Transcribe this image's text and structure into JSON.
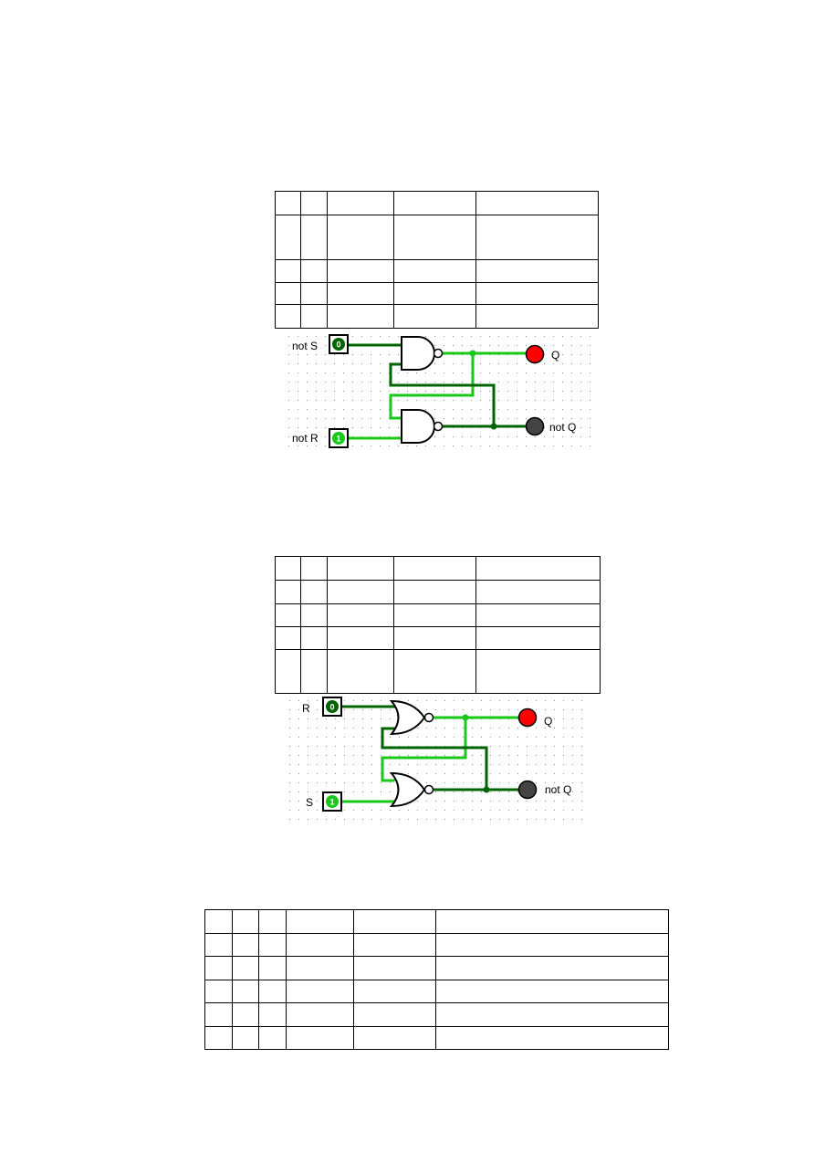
{
  "circuit_nand": {
    "input_top_label": "not S",
    "input_top_value": "0",
    "input_bottom_label": "not R",
    "input_bottom_value": "1",
    "output_top_label": "Q",
    "output_bottom_label": "not Q"
  },
  "circuit_nor": {
    "input_top_label": "R",
    "input_top_value": "0",
    "input_bottom_label": "S",
    "input_bottom_value": "1",
    "output_top_label": "Q",
    "output_bottom_label": "not Q"
  },
  "colors": {
    "wire_dark": "#006400",
    "wire_light": "#19c819",
    "led_on": "#ff0000",
    "led_off": "#444444"
  }
}
